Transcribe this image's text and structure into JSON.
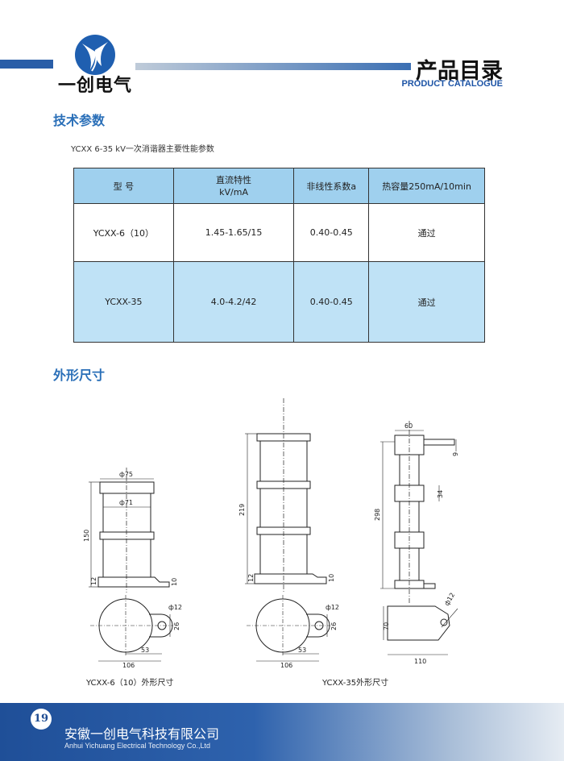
{
  "header": {
    "logo_text": "一创电气",
    "catalog_title": "产品目录",
    "catalog_subtitle": "PRODUCT CATALOGUE"
  },
  "sections": {
    "tech_params": "技术参数",
    "dimensions": "外形尺寸"
  },
  "caption": "YCXX 6-35 kV一次消谐器主要性能参数",
  "table": {
    "headers": [
      "型 号",
      "直流特性",
      "kV/mA",
      "非线性系数a",
      "热容量250mA/10min"
    ],
    "rows": [
      [
        "YCXX-6（10）",
        "1.45-1.65/15",
        "0.40-0.45",
        "通过"
      ],
      [
        "YCXX-35",
        "4.0-4.2/42",
        "0.40-0.45",
        "通过"
      ]
    ]
  },
  "drawing_a": {
    "d_outer": "ф75",
    "d_inner": "ф71",
    "height": "150",
    "base": "12",
    "flange": "10",
    "hole": "ф12",
    "hole_w": "26",
    "offset": "53",
    "width": "106",
    "label": "YCXX-6（10）外形尺寸"
  },
  "drawing_b": {
    "height": "219",
    "base": "12",
    "flange": "10",
    "hole": "ф12",
    "hole_w": "26",
    "offset": "53",
    "width": "106",
    "label": "YCXX-35外形尺寸"
  },
  "drawing_c": {
    "top_w": "60",
    "tab": "9",
    "seg": "34",
    "height": "298",
    "hole": "ф12",
    "depth": "70",
    "width": "110"
  },
  "footer": {
    "page_number": "19",
    "company_cn": "安徽一创电气科技有限公司",
    "company_en": "Anhui Yichuang Electrical Technology Co.,Ltd"
  }
}
